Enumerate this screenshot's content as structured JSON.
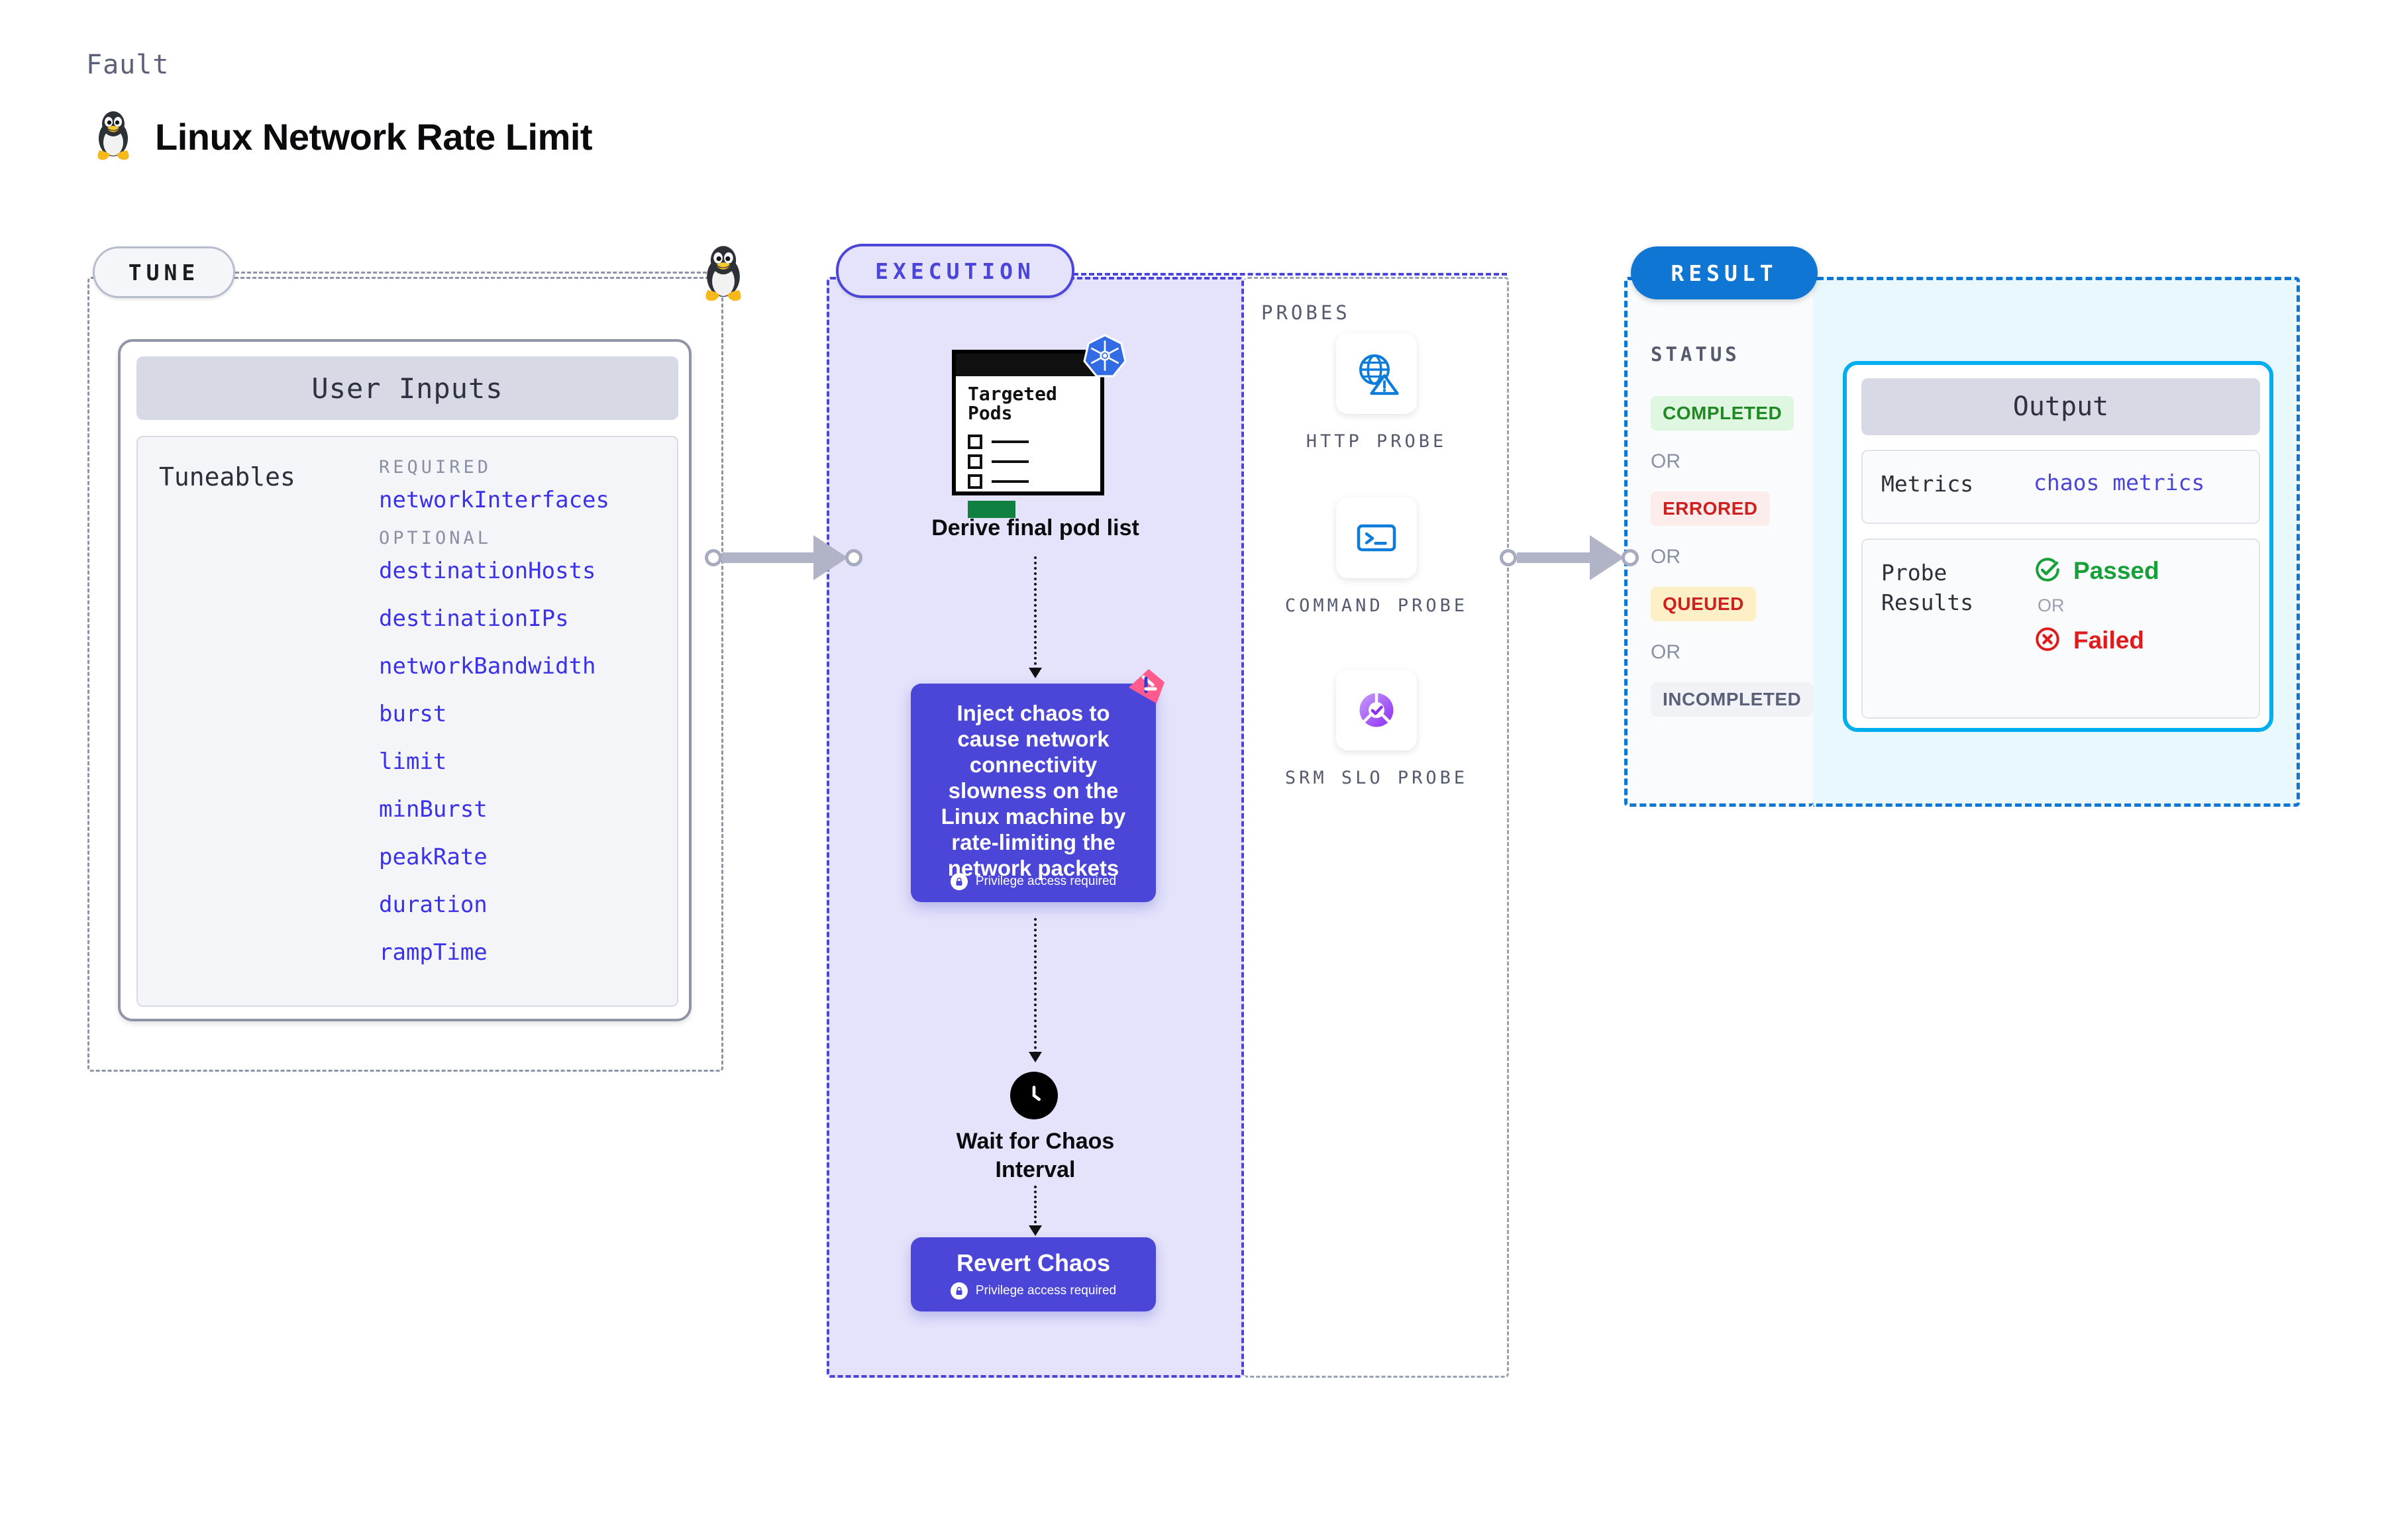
{
  "header": {
    "kicker": "Fault",
    "title": "Linux Network Rate Limit",
    "icon": "linux-penguin-icon"
  },
  "tune": {
    "pill_label": "TUNE",
    "connector_icon": "linux-penguin-icon",
    "card": {
      "header": "User Inputs",
      "tuneables_label": "Tuneables",
      "groups": [
        {
          "label": "REQUIRED",
          "items": [
            "networkInterfaces"
          ]
        },
        {
          "label": "OPTIONAL",
          "items": [
            "destinationHosts",
            "destinationIPs",
            "networkBandwidth",
            "burst",
            "limit",
            "minBurst",
            "peakRate",
            "duration",
            "rampTime"
          ]
        }
      ]
    }
  },
  "execution": {
    "pill_label": "EXECUTION",
    "pods_card": {
      "title_line1": "Targeted",
      "title_line2": "Pods",
      "badge_icon": "kubernetes-icon"
    },
    "pods_caption": "Derive final pod list",
    "inject": {
      "text": "Inject chaos to cause network connectivity slowness on the Linux machine by rate-limiting the network packets",
      "privilege_note": "Privilege access required",
      "corner_icon": "litmus-icon",
      "lock_icon": "lock-icon"
    },
    "wait": {
      "icon": "clock-icon",
      "caption_line1": "Wait for Chaos",
      "caption_line2": "Interval"
    },
    "revert": {
      "label": "Revert Chaos",
      "privilege_note": "Privilege access required",
      "lock_icon": "lock-icon"
    }
  },
  "probes": {
    "label": "PROBES",
    "items": [
      {
        "caption": "HTTP PROBE",
        "icon": "globe-warning-icon"
      },
      {
        "caption": "COMMAND PROBE",
        "icon": "terminal-icon"
      },
      {
        "caption": "SRM SLO PROBE",
        "icon": "slo-donut-check-icon"
      }
    ]
  },
  "result": {
    "pill_label": "RESULT",
    "status_label": "STATUS",
    "or_label": "OR",
    "statuses": [
      {
        "label": "COMPLETED",
        "bg": "#dff6e0",
        "fg": "#1f8a22"
      },
      {
        "label": "ERRORED",
        "bg": "#fdecec",
        "fg": "#cf2020"
      },
      {
        "label": "QUEUED",
        "bg": "#fdf0c7",
        "fg": "#cf2020"
      },
      {
        "label": "INCOMPLETED",
        "bg": "#f1f2f6",
        "fg": "#5b6079"
      }
    ]
  },
  "output": {
    "header": "Output",
    "rows": [
      {
        "key": "Metrics",
        "value": "chaos metrics"
      },
      {
        "key": "Probe\nResults",
        "value": ""
      }
    ],
    "probe_results": {
      "passed": "Passed",
      "failed": "Failed",
      "or_label": "OR",
      "pass_icon": "check-circle-icon",
      "fail_icon": "x-circle-icon"
    }
  },
  "colors": {
    "accent_purple": "#4b45d8",
    "accent_blue": "#0f76d4",
    "accent_cyan": "#00aeef",
    "pass_green": "#17a038",
    "fail_red": "#e01b1b"
  }
}
